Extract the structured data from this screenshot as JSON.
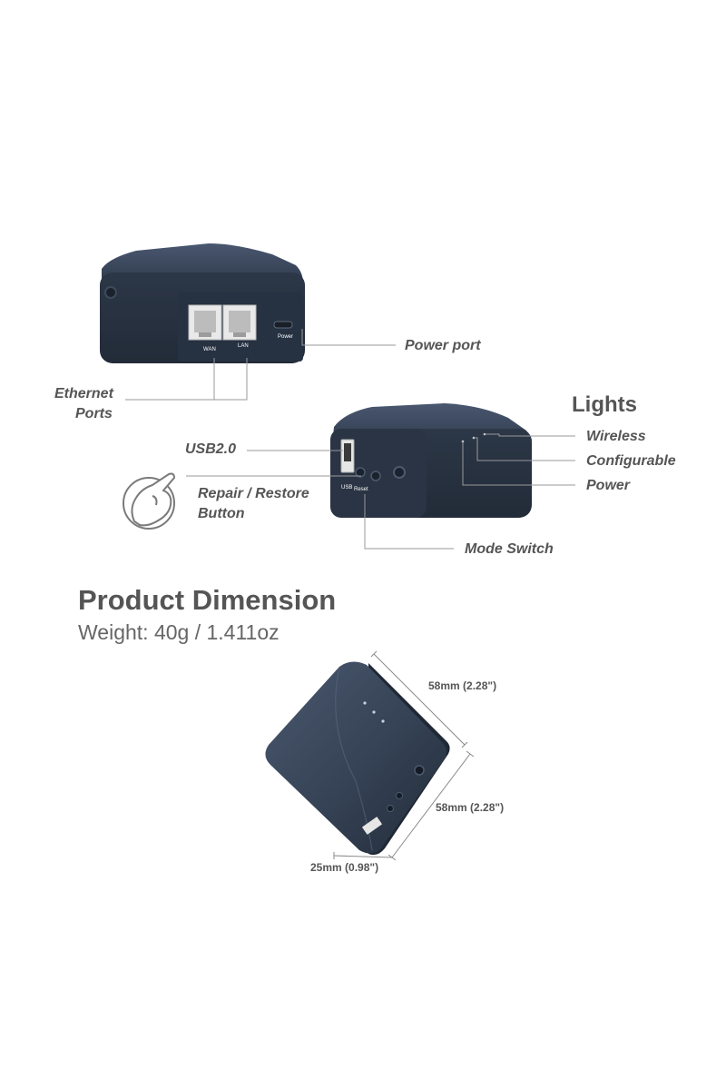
{
  "router_front": {
    "port_labels": {
      "wan": "WAN",
      "lan": "LAN",
      "power": "Power"
    },
    "callouts": {
      "power_port": "Power port",
      "ethernet_ports_line1": "Ethernet",
      "ethernet_ports_line2": "Ports"
    }
  },
  "router_side": {
    "port_labels": {
      "usb": "USB",
      "reset": "Reset"
    },
    "callouts": {
      "usb": "USB2.0",
      "repair_line1": "Repair / Restore",
      "repair_line2": "Button",
      "mode_switch": "Mode Switch"
    },
    "lights": {
      "title": "Lights",
      "items": [
        "Wireless",
        "Configurable",
        "Power"
      ]
    }
  },
  "dimension": {
    "title": "Product Dimension",
    "weight": "Weight: 40g / 1.411oz",
    "measures": {
      "width": "58mm (2.28\")",
      "depth": "58mm (2.28\")",
      "height": "25mm (0.98\")"
    }
  },
  "colors": {
    "device_body": "#2f3b4c",
    "device_top": "#3e4b5e",
    "port_panel": "#ececec",
    "line": "#9a9a9a",
    "text": "#555555"
  }
}
